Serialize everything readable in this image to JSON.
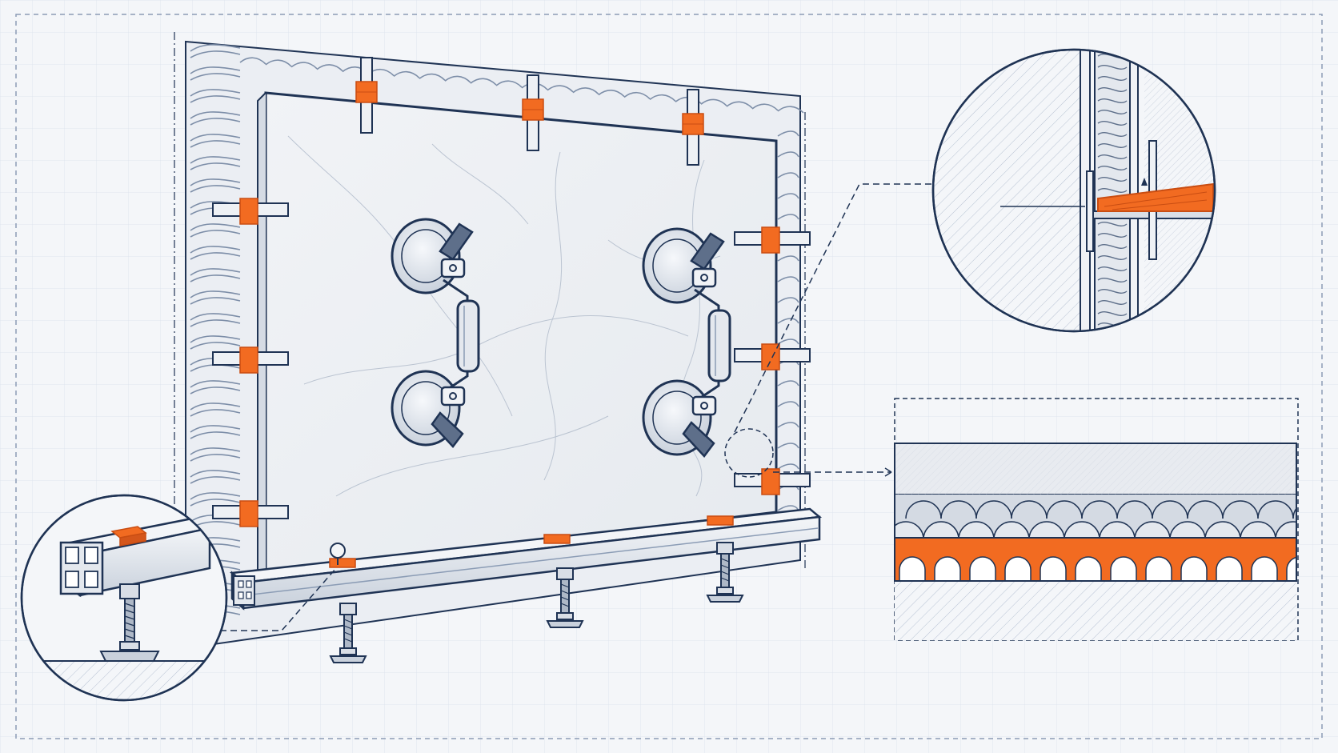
{
  "colors": {
    "background": "#f4f6f9",
    "grid": "#dfe5ee",
    "line": "#1f3354",
    "line_light": "#8b9cb5",
    "accent": "#f26b21",
    "accent_dark": "#c94d12",
    "panel": "#edf0f4",
    "metal": "#d9dee6"
  },
  "icons": {
    "suction_cup_lifter": "suction-cup-lifter-icon",
    "leveling_clip": "leveling-clip-icon",
    "wedge": "leveling-wedge-icon"
  },
  "views": {
    "main": "tile-panel-installation",
    "details": [
      "profile-rail-detail",
      "edge-clip-detail",
      "mortar-layer-section"
    ]
  }
}
